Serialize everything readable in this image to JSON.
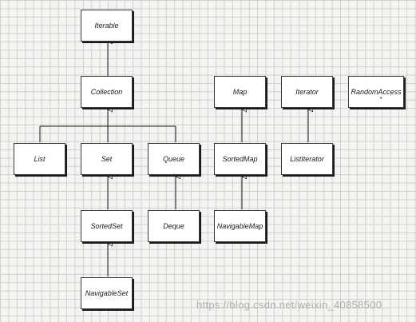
{
  "nodes": {
    "iterable": "Iterable",
    "collection": "Collection",
    "map": "Map",
    "iterator": "Iterator",
    "random_access": "RandomAccess",
    "list": "List",
    "set": "Set",
    "queue": "Queue",
    "sorted_map": "SortedMap",
    "list_iterator": "ListIterator",
    "sorted_set": "SortedSet",
    "deque": "Deque",
    "navigable_map": "NavigableMap",
    "navigable_set": "NavigableSet"
  },
  "watermark": "https://blog.csdn.net/weixin_40858500",
  "colors": {
    "line": "#1a1a1a",
    "grid": "#cfd0cc",
    "paper": "#f4f4f2"
  }
}
